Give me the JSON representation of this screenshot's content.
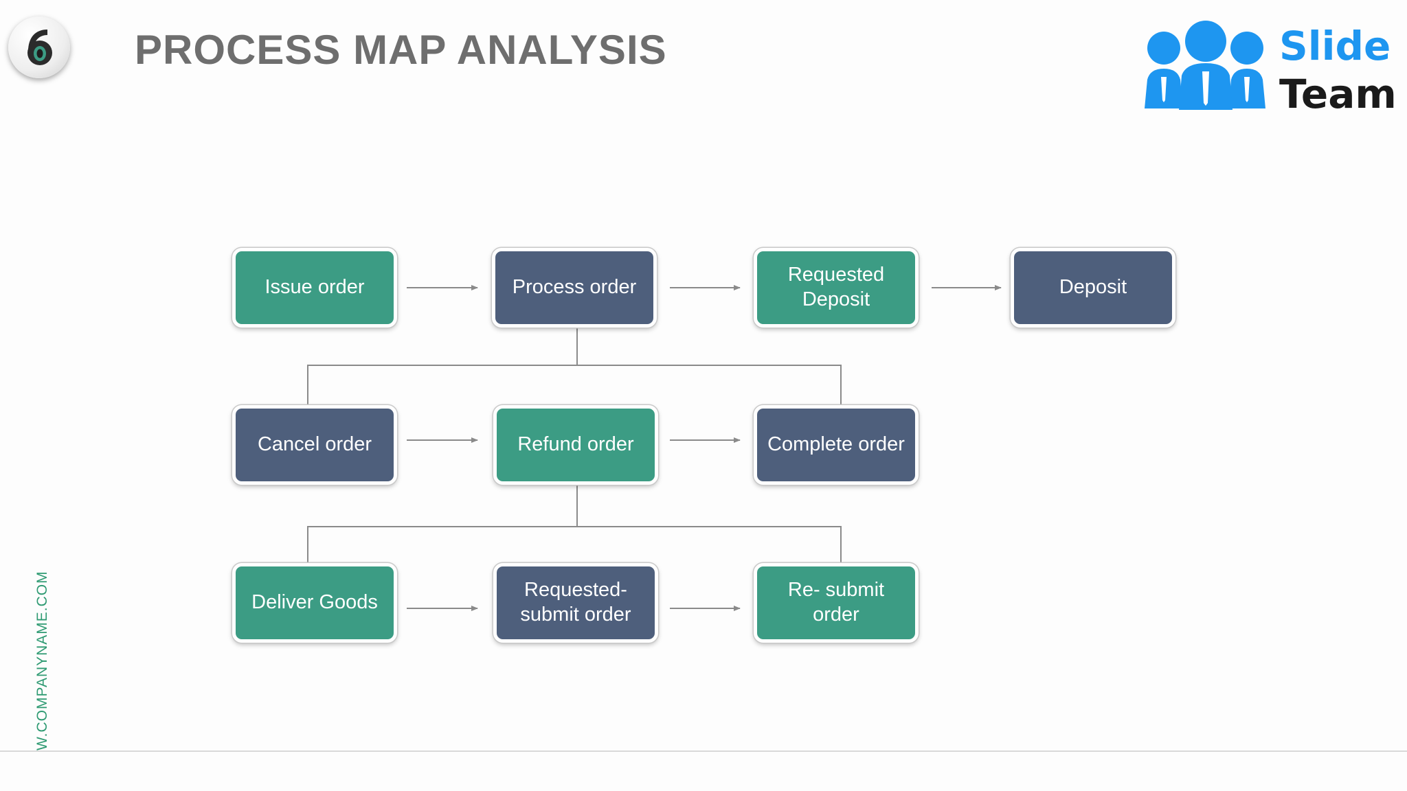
{
  "slide": {
    "number": "6",
    "title": "PROCESS MAP ANALYSIS",
    "page_number": ""
  },
  "logo": {
    "word1": "Slide",
    "word2": "Team",
    "icon": "people-group-icon"
  },
  "watermark": "W.COMPANYNAME.COM",
  "colors": {
    "green": "#3c9c84",
    "slate": "#4e5f7c",
    "title": "#6e6e6e",
    "logo_blue": "#1e96f0",
    "connector": "#8a8a8a"
  },
  "diagram": {
    "nodes": [
      {
        "id": "issue-order",
        "label": "Issue order",
        "color": "green"
      },
      {
        "id": "process-order",
        "label": "Process order",
        "color": "slate"
      },
      {
        "id": "requested-deposit",
        "label": "Requested Deposit",
        "color": "green"
      },
      {
        "id": "deposit",
        "label": "Deposit",
        "color": "slate"
      },
      {
        "id": "cancel-order",
        "label": "Cancel order",
        "color": "slate"
      },
      {
        "id": "refund-order",
        "label": "Refund order",
        "color": "green"
      },
      {
        "id": "complete-order",
        "label": "Complete order",
        "color": "slate"
      },
      {
        "id": "deliver-goods",
        "label": "Deliver Goods",
        "color": "green"
      },
      {
        "id": "requested-submit-order",
        "label": "Requested- submit order",
        "color": "slate"
      },
      {
        "id": "re-submit-order",
        "label": "Re- submit order",
        "color": "green"
      }
    ],
    "edges": [
      {
        "from": "issue-order",
        "to": "process-order",
        "type": "arrow"
      },
      {
        "from": "process-order",
        "to": "requested-deposit",
        "type": "arrow"
      },
      {
        "from": "requested-deposit",
        "to": "deposit",
        "type": "arrow"
      },
      {
        "from": "cancel-order",
        "to": "refund-order",
        "type": "arrow"
      },
      {
        "from": "refund-order",
        "to": "complete-order",
        "type": "arrow"
      },
      {
        "from": "deliver-goods",
        "to": "requested-submit-order",
        "type": "arrow"
      },
      {
        "from": "requested-submit-order",
        "to": "re-submit-order",
        "type": "arrow"
      },
      {
        "from": "process-order",
        "to": [
          "cancel-order",
          "complete-order"
        ],
        "type": "branch"
      },
      {
        "from": "refund-order",
        "to": [
          "deliver-goods",
          "re-submit-order"
        ],
        "type": "branch"
      }
    ]
  }
}
